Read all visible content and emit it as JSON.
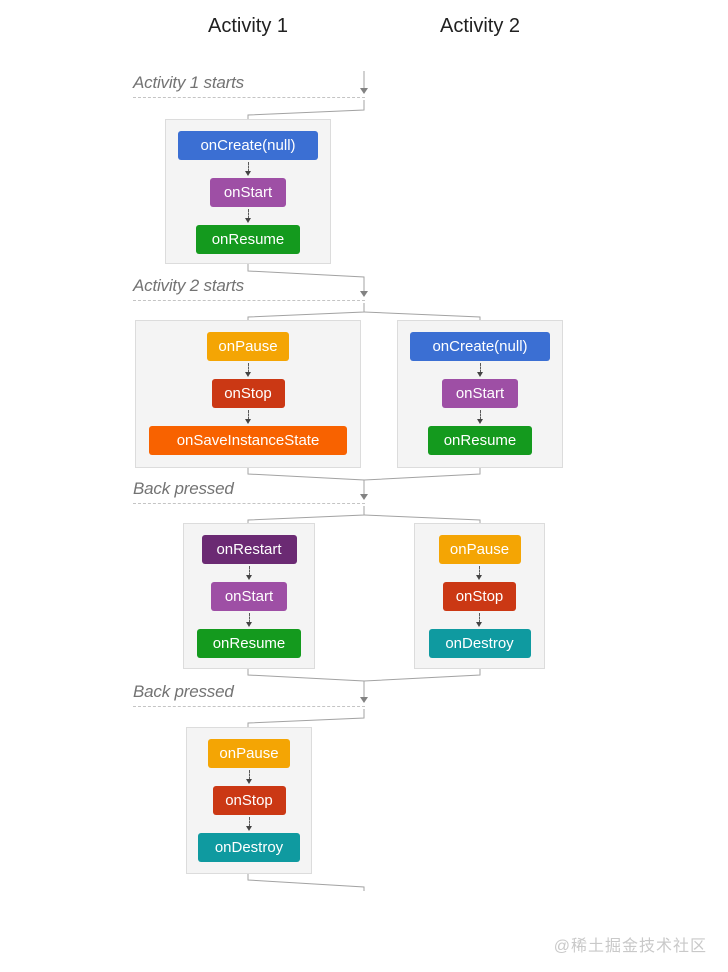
{
  "columns": [
    {
      "label": "Activity 1"
    },
    {
      "label": "Activity 2"
    }
  ],
  "colors": {
    "onCreate": "#3b6fd3",
    "onStart": "#9e4fa5",
    "onResume": "#149a1e",
    "onPause": "#f4a504",
    "onStop": "#cb3814",
    "onSaveInstanceState": "#f86200",
    "onRestart": "#6b2a73",
    "onDestroy": "#0f9aa0"
  },
  "sections": [
    {
      "label": "Activity 1 starts",
      "boxes": [
        {
          "column": "activity-1",
          "buttons": [
            {
              "label": "onCreate(null)",
              "color": "onCreate"
            },
            {
              "label": "onStart",
              "color": "onStart"
            },
            {
              "label": "onResume",
              "color": "onResume"
            }
          ]
        }
      ]
    },
    {
      "label": "Activity 2 starts",
      "boxes": [
        {
          "column": "activity-1",
          "buttons": [
            {
              "label": "onPause",
              "color": "onPause"
            },
            {
              "label": "onStop",
              "color": "onStop"
            },
            {
              "label": "onSaveInstanceState",
              "color": "onSaveInstanceState"
            }
          ]
        },
        {
          "column": "activity-2",
          "buttons": [
            {
              "label": "onCreate(null)",
              "color": "onCreate"
            },
            {
              "label": "onStart",
              "color": "onStart"
            },
            {
              "label": "onResume",
              "color": "onResume"
            }
          ]
        }
      ]
    },
    {
      "label": "Back pressed",
      "boxes": [
        {
          "column": "activity-1",
          "buttons": [
            {
              "label": "onRestart",
              "color": "onRestart"
            },
            {
              "label": "onStart",
              "color": "onStart"
            },
            {
              "label": "onResume",
              "color": "onResume"
            }
          ]
        },
        {
          "column": "activity-2",
          "buttons": [
            {
              "label": "onPause",
              "color": "onPause"
            },
            {
              "label": "onStop",
              "color": "onStop"
            },
            {
              "label": "onDestroy",
              "color": "onDestroy"
            }
          ]
        }
      ]
    },
    {
      "label": "Back pressed",
      "boxes": [
        {
          "column": "activity-1",
          "buttons": [
            {
              "label": "onPause",
              "color": "onPause"
            },
            {
              "label": "onStop",
              "color": "onStop"
            },
            {
              "label": "onDestroy",
              "color": "onDestroy"
            }
          ]
        }
      ]
    }
  ],
  "watermark": "@稀土掘金技术社区"
}
